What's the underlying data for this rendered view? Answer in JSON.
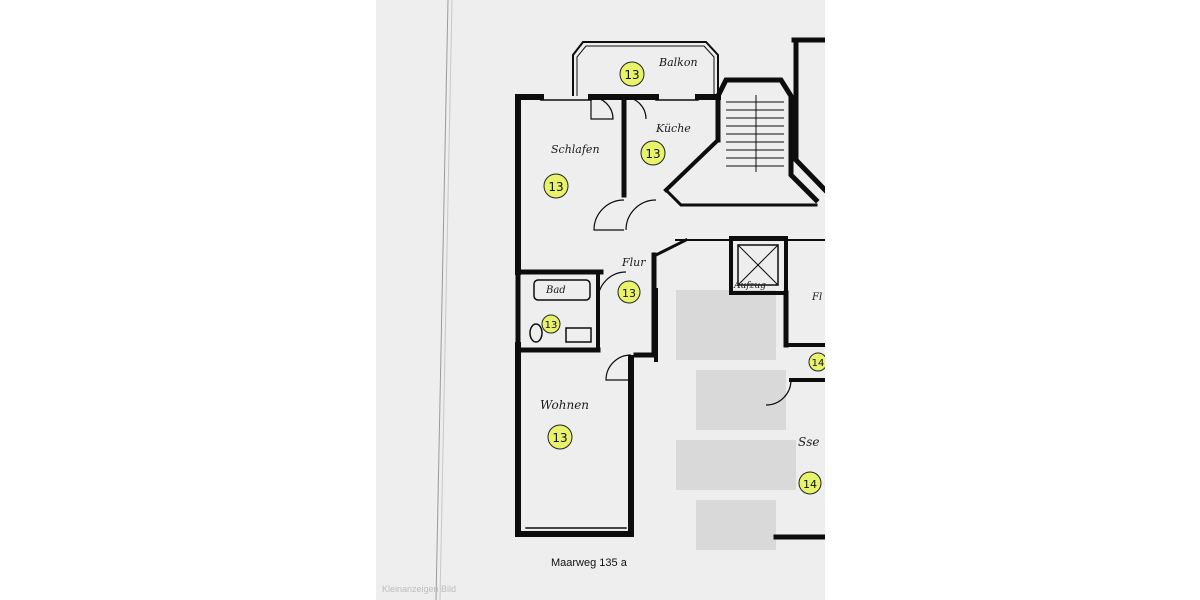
{
  "plan": {
    "rooms": [
      {
        "label": "Balkon",
        "number": "13"
      },
      {
        "label": "Schlafen",
        "number": "13"
      },
      {
        "label": "Küche",
        "number": "13"
      },
      {
        "label": "Flur",
        "number": "13"
      },
      {
        "label": "Bad",
        "number": "13"
      },
      {
        "label": "Wohnen",
        "number": "13"
      }
    ],
    "neighbor": {
      "label_fragment": "Sse",
      "number": "14",
      "small_number": "14",
      "flur_fragment": "Fl"
    },
    "elevator_label": "Aufzug",
    "address": "Maarweg 135 a",
    "watermark": "Kleinanzeigen Bild"
  },
  "colors": {
    "highlight": "#e8f26a",
    "wall": "#0d0d0d",
    "paper": "#f2f2f2"
  }
}
